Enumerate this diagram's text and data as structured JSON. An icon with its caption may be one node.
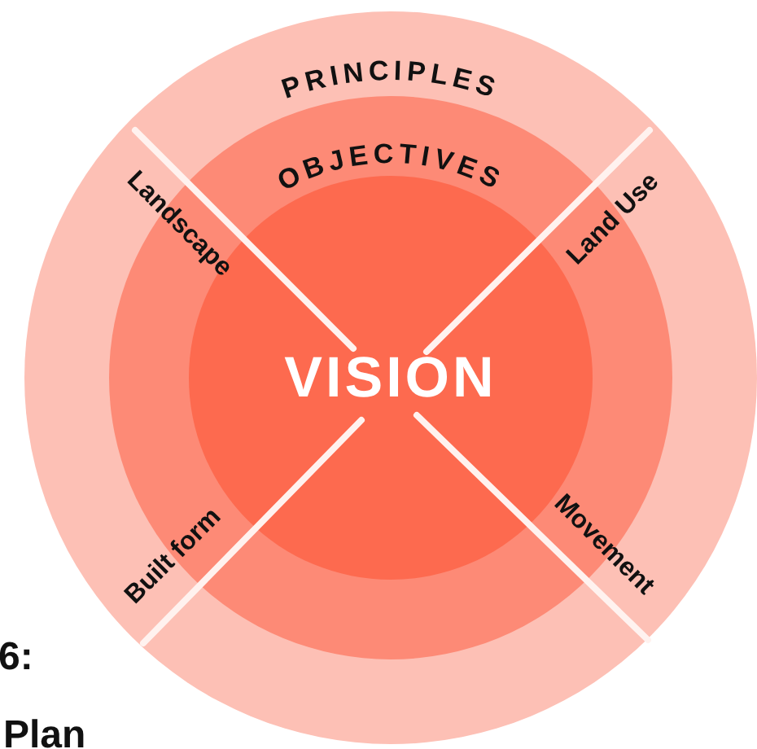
{
  "diagram": {
    "nodes": [
      {
        "text": [
          "PRINCIPLES"
        ]
      },
      {
        "text": [
          "OBJECTIVES"
        ],
        "in": 0
      },
      {
        "text": [
          "VISION"
        ],
        "in": 1
      }
    ],
    "edges": [],
    "labels": [
      "Landscape",
      "Land Use",
      "Built form",
      "Movement",
      "6:",
      "Plan"
    ]
  }
}
